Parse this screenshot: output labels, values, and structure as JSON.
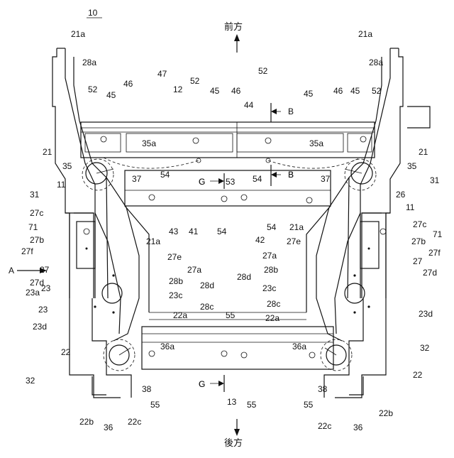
{
  "figure_number": "10",
  "direction_front": "前方",
  "direction_rear": "後方",
  "section_b": "B",
  "section_g": "G",
  "view_a": "A",
  "labels": [
    "21a",
    "21a",
    "28a",
    "28a",
    "52",
    "45",
    "46",
    "47",
    "12",
    "52",
    "45",
    "46",
    "52",
    "45",
    "46",
    "45",
    "52",
    "44",
    "21",
    "21",
    "35a",
    "35a",
    "35",
    "35",
    "37",
    "37",
    "54",
    "54",
    "G",
    "53",
    "B",
    "11",
    "11",
    "31",
    "31",
    "26",
    "43",
    "41",
    "42",
    "54",
    "54",
    "21a",
    "27c",
    "27c",
    "71",
    "71",
    "27b",
    "27b",
    "27f",
    "27f",
    "27e",
    "27e",
    "21a",
    "27",
    "27",
    "27a",
    "27a",
    "27d",
    "27d",
    "28d",
    "28d",
    "28b",
    "28b",
    "23",
    "23a",
    "23",
    "23c",
    "23c",
    "23d",
    "23d",
    "28c",
    "28c",
    "22a",
    "22a",
    "55",
    "22",
    "22",
    "32",
    "32",
    "36a",
    "36a",
    "38",
    "38",
    "55",
    "55",
    "55",
    "13",
    "G",
    "36",
    "36",
    "22b",
    "22b",
    "22c",
    "22c"
  ]
}
